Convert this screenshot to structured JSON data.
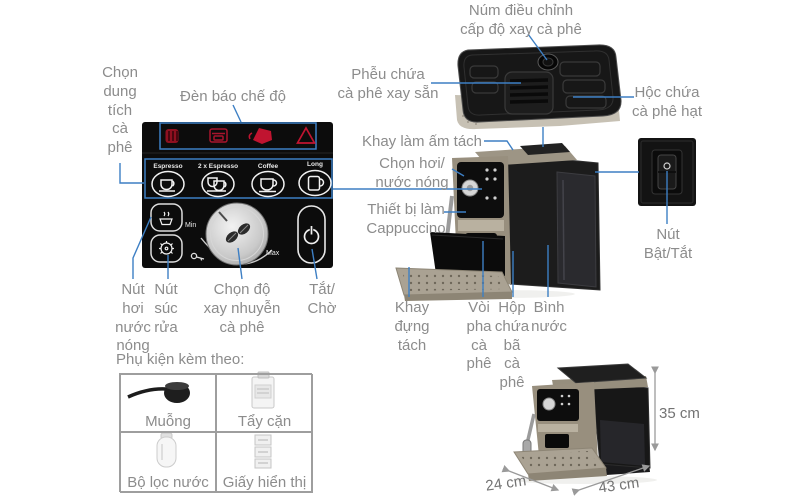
{
  "panel": {
    "volume_label": "Chọn\ndung\ntích\ncà\nphê",
    "mode_lights_label": "Đèn báo chế độ",
    "drink_buttons": [
      "Espresso",
      "2 x Espresso",
      "Coffee",
      "Long"
    ],
    "knob_min": "Min",
    "knob_max": "Max",
    "steam_button_label": "Nút\nhơi\nnước\nnóng",
    "rinse_button_label": "Nút\nsúc\nrửa",
    "grind_label": "Chọn độ\nxay nhuyễn\ncà phê",
    "standby_label": "Tắt/\nChờ"
  },
  "machine": {
    "grinder_knob_label": "Núm điều chỉnh\ncấp độ xay cà phê",
    "pre_ground_funnel_label": "Phễu chứa\ncà phê xay sẵn",
    "bean_hopper_label": "Hộc chứa\ncà phê hạt",
    "cup_warming_tray_label": "Khay làm ấm tách",
    "steam_hot_water_label": "Chọn hơi/\nnước nóng",
    "cappuccino_device_label": "Thiết bị làm\nCappuccino",
    "cup_tray_label": "Khay\nđựng\ntách",
    "coffee_spout_label": "Vòi\npha\ncà\nphê",
    "grounds_container_label": "Hộp\nchứa\nbã\ncà\nphê",
    "water_tank_label": "Bình\nnước",
    "power_switch_label": "Nút\nBật/Tắt"
  },
  "accessories": {
    "title": "Phụ kiện kèm theo:",
    "items": [
      "Muỗng",
      "Tẩy cặn",
      "Bộ lọc nước",
      "Giấy hiển thị"
    ]
  },
  "dimensions": {
    "height": "35 cm",
    "depth": "24 cm",
    "width": "43 cm"
  },
  "colors": {
    "callout_blue": "#3D7FC4",
    "indicator_red": "#C0122C",
    "label_gray": "#8C8C8C",
    "panel_black": "#0C0C0C"
  }
}
